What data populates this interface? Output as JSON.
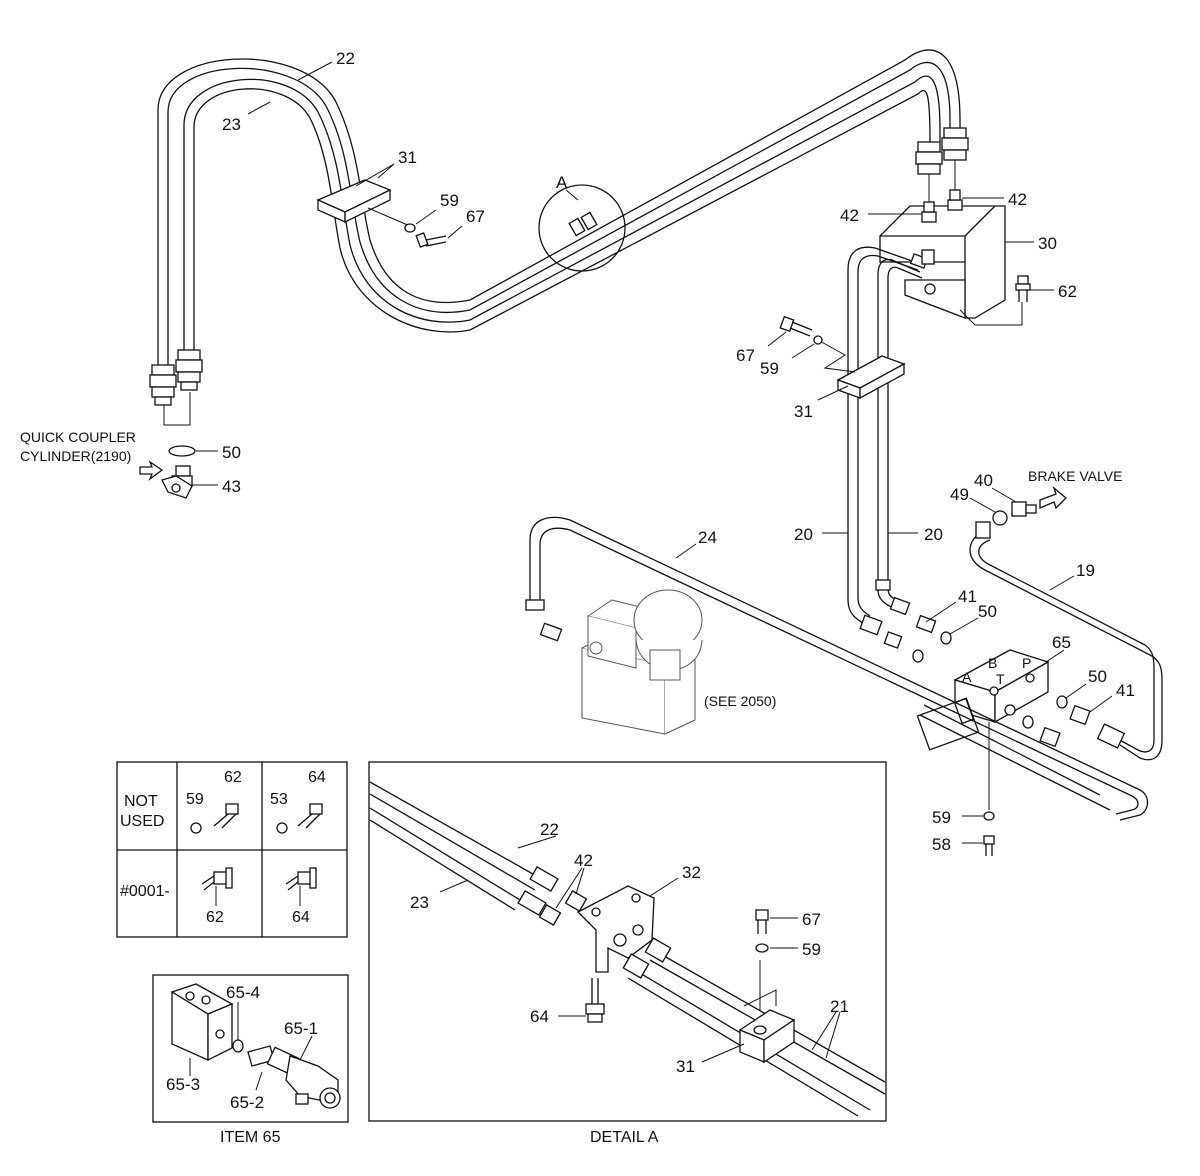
{
  "labels": {
    "callout_22": "22",
    "callout_23": "23",
    "callout_31_top": "31",
    "callout_59_top": "59",
    "callout_67_top": "67",
    "callout_A": "A",
    "callout_42_left": "42",
    "callout_42_right": "42",
    "callout_30": "30",
    "callout_62": "62",
    "callout_67_mid": "67",
    "callout_59_mid": "59",
    "callout_31_mid": "31",
    "callout_50_left": "50",
    "callout_43": "43",
    "callout_40": "40",
    "callout_49": "49",
    "callout_24": "24",
    "callout_20_left": "20",
    "callout_20_right": "20",
    "callout_19": "19",
    "callout_41_top": "41",
    "callout_50_mid": "50",
    "callout_65": "65",
    "callout_50_right": "50",
    "callout_41_right": "41",
    "callout_59_bottom": "59",
    "callout_58": "58"
  },
  "notes": {
    "quick_coupler_line1": "QUICK COUPLER",
    "quick_coupler_line2": "CYLINDER(2190)",
    "brake_valve": "BRAKE VALVE",
    "see_2050": "(SEE 2050)",
    "valve_port_a": "A",
    "valve_port_b": "B",
    "valve_port_t": "T",
    "valve_port_p": "P"
  },
  "serial_table": {
    "row1_label_line1": "NOT",
    "row1_label_line2": "USED",
    "row2_label": "#0001-",
    "r1c1_washer": "59",
    "r1c1_bolt": "62",
    "r1c2_washer": "53",
    "r1c2_bolt": "64",
    "r2c1_part": "62",
    "r2c2_part": "64"
  },
  "item65": {
    "caption": "ITEM 65",
    "part_1": "65-1",
    "part_2": "65-2",
    "part_3": "65-3",
    "part_4": "65-4"
  },
  "detail_a": {
    "caption": "DETAIL A",
    "callout_22": "22",
    "callout_23": "23",
    "callout_42": "42",
    "callout_32": "32",
    "callout_67": "67",
    "callout_59": "59",
    "callout_21": "21",
    "callout_64": "64",
    "callout_31": "31"
  }
}
